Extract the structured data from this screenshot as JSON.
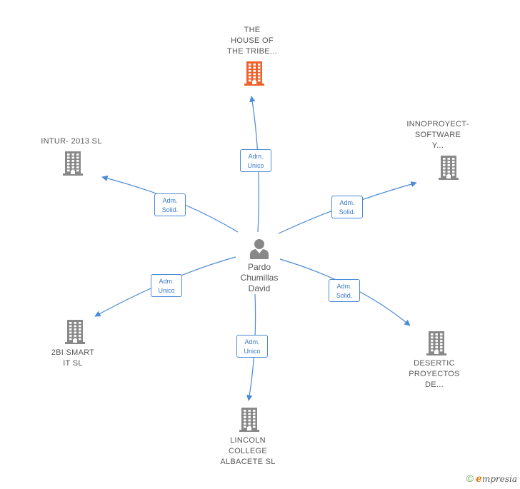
{
  "center": {
    "name": [
      "Pardo",
      "Chumillas",
      "David"
    ]
  },
  "nodes": [
    {
      "id": "house_of_tribe",
      "label": [
        "THE",
        "HOUSE OF",
        "THE TRIBE..."
      ],
      "highlight": true
    },
    {
      "id": "intur",
      "label": [
        "INTUR- 2013 SL"
      ]
    },
    {
      "id": "innoproyect",
      "label": [
        "INNOPROYECT-",
        "SOFTWARE",
        "Y..."
      ]
    },
    {
      "id": "2bi",
      "label": [
        "2BI SMART",
        "IT SL"
      ]
    },
    {
      "id": "desertic",
      "label": [
        "DESERTIC",
        "PROYECTOS",
        "DE..."
      ]
    },
    {
      "id": "lincoln",
      "label": [
        "LINCOLN",
        "COLLEGE",
        "ALBACETE  SL"
      ]
    }
  ],
  "edges": [
    {
      "to": "house_of_tribe",
      "role": [
        "Adm.",
        "Unico"
      ]
    },
    {
      "to": "intur",
      "role": [
        "Adm.",
        "Solid."
      ]
    },
    {
      "to": "innoproyect",
      "role": [
        "Adm.",
        "Solid."
      ]
    },
    {
      "to": "2bi",
      "role": [
        "Adm.",
        "Unico"
      ]
    },
    {
      "to": "desertic",
      "role": [
        "Adm.",
        "Solid."
      ]
    },
    {
      "to": "lincoln",
      "role": [
        "Adm.",
        "Unico"
      ]
    }
  ],
  "colors": {
    "edge": "#4a8ad8",
    "building": "#888888",
    "building_highlight": "#f0622d",
    "person": "#888888"
  },
  "footer": {
    "copyright_symbol": "©",
    "brand_initial": "e",
    "brand_rest": "mpresia"
  }
}
